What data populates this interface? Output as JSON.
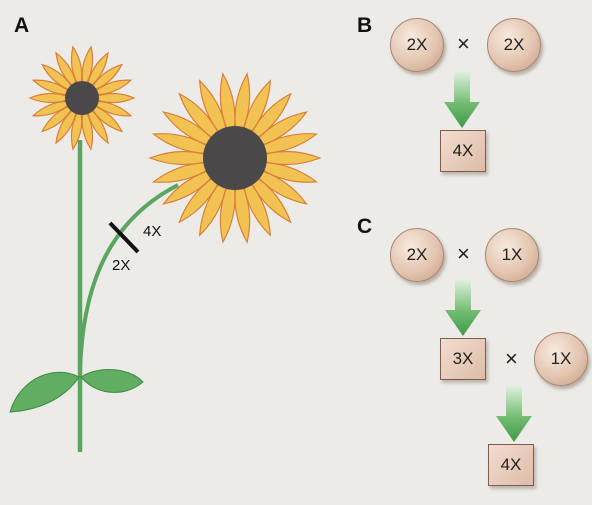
{
  "panels": {
    "a": {
      "letter": "A",
      "stem_label_upper": "4X",
      "stem_label_lower": "2X"
    },
    "b": {
      "letter": "B",
      "parent_left": "2X",
      "operator": "×",
      "parent_right": "2X",
      "result": "4X"
    },
    "c": {
      "letter": "C",
      "parent_left": "2X",
      "operator_1": "×",
      "parent_right": "1X",
      "intermediate": "3X",
      "operator_2": "×",
      "backcross_parent": "1X",
      "result": "4X"
    }
  },
  "colors": {
    "background": "#ecebe8",
    "petal": "#f2c252",
    "petal_edge": "#d9803a",
    "flower_center": "#4a4848",
    "stem": "#5aa65e",
    "arrow": "#4fa455"
  }
}
